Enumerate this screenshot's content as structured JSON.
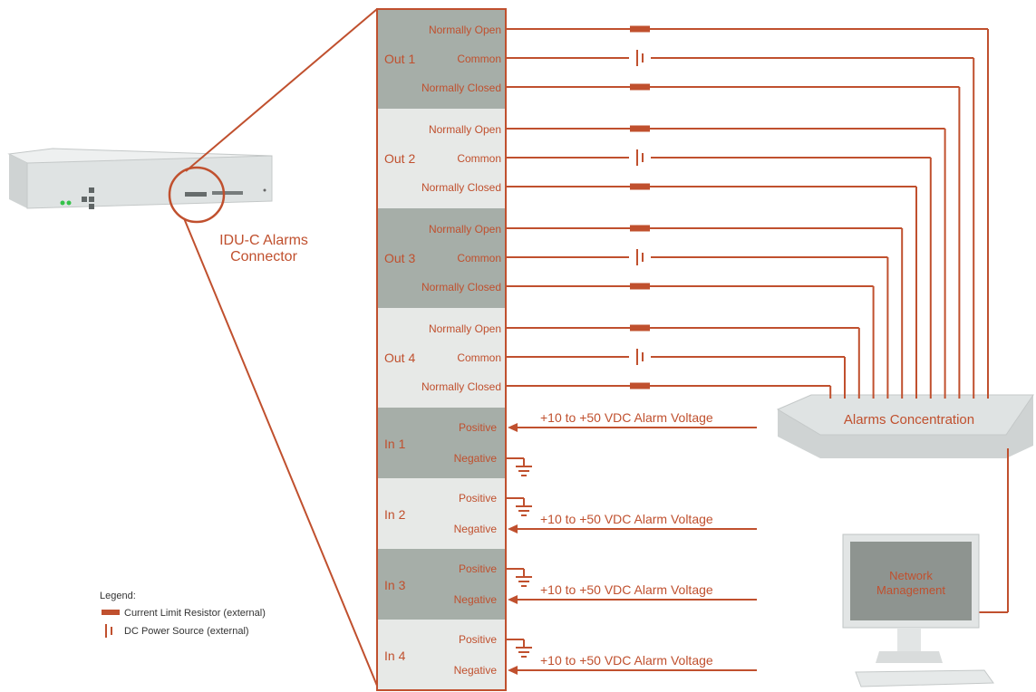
{
  "connector_label": [
    "IDU-C Alarms",
    "Connector"
  ],
  "outputs": [
    {
      "name": "Out 1",
      "pins": [
        "Normally Open",
        "Common",
        "Normally Closed"
      ]
    },
    {
      "name": "Out 2",
      "pins": [
        "Normally Open",
        "Common",
        "Normally Closed"
      ]
    },
    {
      "name": "Out 3",
      "pins": [
        "Normally Open",
        "Common",
        "Normally Closed"
      ]
    },
    {
      "name": "Out 4",
      "pins": [
        "Normally Open",
        "Common",
        "Normally Closed"
      ]
    }
  ],
  "inputs": [
    {
      "name": "In 1",
      "pins": [
        "Positive",
        "Negative"
      ],
      "voltage": "+10 to +50 VDC Alarm Voltage"
    },
    {
      "name": "In 2",
      "pins": [
        "Positive",
        "Negative"
      ],
      "voltage": "+10 to +50 VDC Alarm Voltage"
    },
    {
      "name": "In 3",
      "pins": [
        "Positive",
        "Negative"
      ],
      "voltage": "+10 to +50 VDC Alarm Voltage"
    },
    {
      "name": "In 4",
      "pins": [
        "Positive",
        "Negative"
      ],
      "voltage": "+10 to +50 VDC Alarm Voltage"
    }
  ],
  "concentrator_label": "Alarms Concentration",
  "network_label": [
    "Network",
    "Management"
  ],
  "legend": {
    "title": "Legend:",
    "items": [
      {
        "symbol": "resistor",
        "label": "Current Limit Resistor (external)"
      },
      {
        "symbol": "dc-source",
        "label": "DC Power Source (external)"
      }
    ]
  },
  "colors": {
    "wire": "#c0502e",
    "panel_dark": "#a6aea8",
    "panel_light": "#e7e9e7",
    "device": "#dfe3e3",
    "screen": "#8e9490"
  }
}
